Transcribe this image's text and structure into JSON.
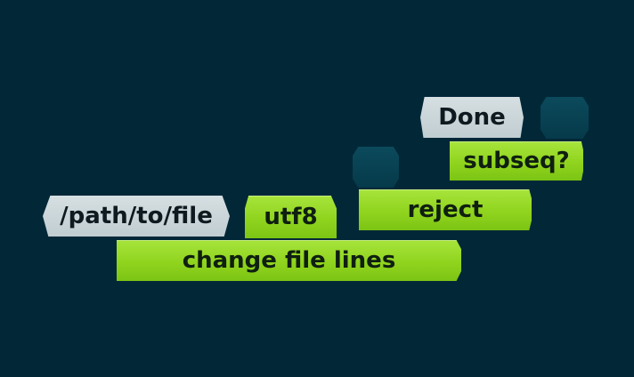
{
  "blocks": {
    "done": "Done",
    "subseq": "subseq?",
    "path": "/path/to/file",
    "utf8": "utf8",
    "reject": "reject",
    "change_file_lines": "change file lines"
  },
  "colors": {
    "background": "#022838",
    "block_green": "#90d41e",
    "token_grey": "#c8d3d6",
    "slot_dark": "#08404f"
  }
}
